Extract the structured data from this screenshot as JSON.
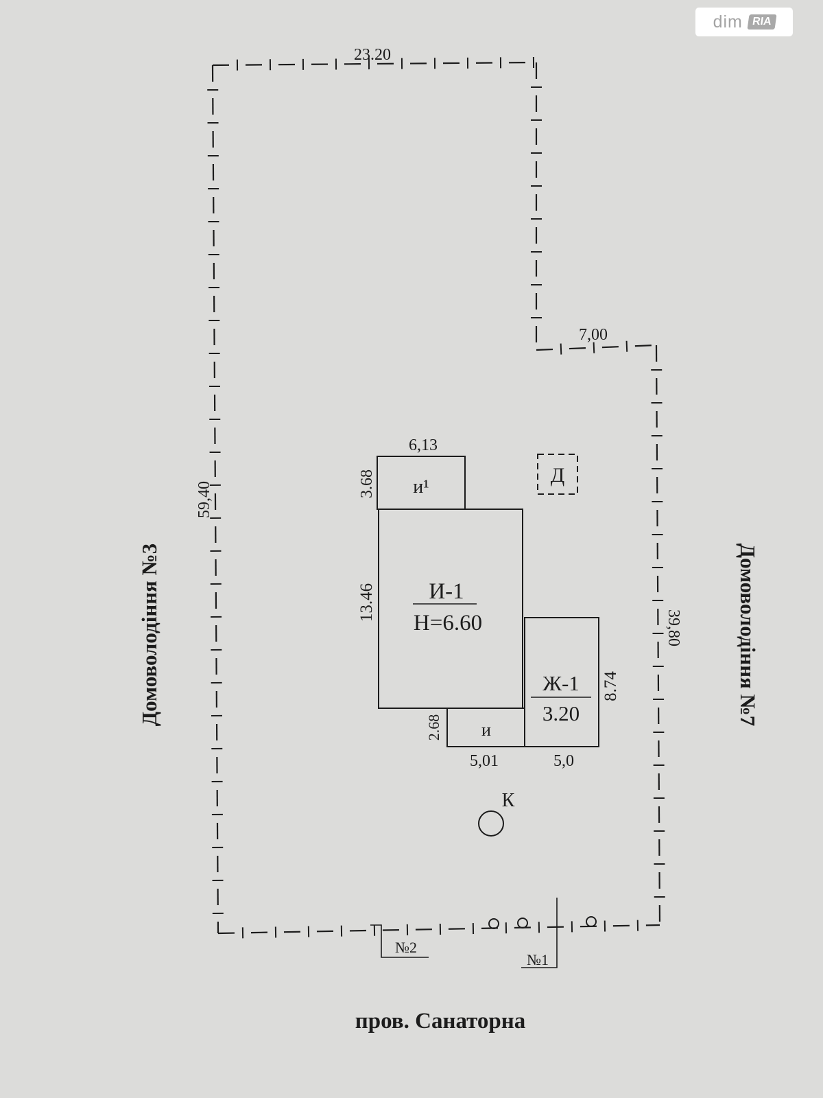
{
  "watermark": {
    "text": "dim",
    "mark": "RIA"
  },
  "neighbors": {
    "left": "Домоволодіння №3",
    "right": "Домоволодіння №7"
  },
  "street": "пров. Санаторна",
  "dimensions": {
    "top": "23.20",
    "left": "59,40",
    "right": "39,80",
    "step": "7,00",
    "annex_width": "6,13",
    "annex_height": "3.68",
    "house_height": "13.46",
    "porch_height": "2.68",
    "porch_width": "5,01",
    "wing_width": "5,0",
    "wing_height": "8.74"
  },
  "buildings": {
    "annex": "и¹",
    "house_name": "И-1",
    "house_height": "Н=6.60",
    "wing_name": "Ж-1",
    "wing_height": "3.20",
    "porch": "и",
    "shed": "Д",
    "well": "К"
  },
  "gates": {
    "gate1": "№1",
    "gate2": "№2"
  },
  "colors": {
    "paper": "#dcdcda",
    "ink": "#1c1c1c"
  }
}
